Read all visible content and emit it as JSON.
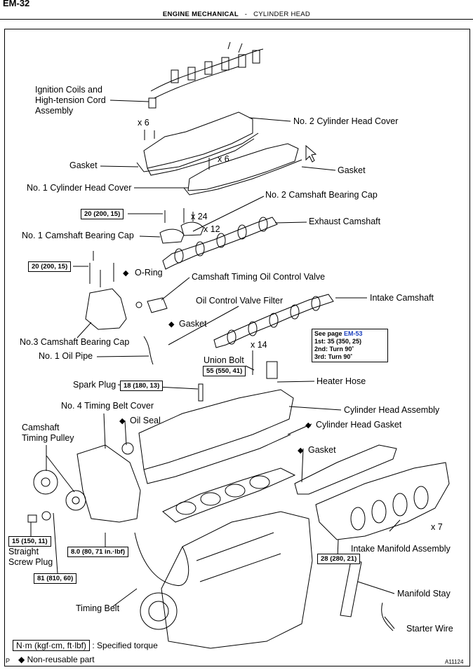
{
  "header": {
    "page_code": "EM-32",
    "section": "ENGINE MECHANICAL",
    "separator": "-",
    "subsection": "CYLINDER HEAD"
  },
  "labels": {
    "ignition_coils": "Ignition Coils and",
    "ignition_coils_2": "High-tension  Cord",
    "ignition_coils_3": "Assembly",
    "no2_head_cover": "No. 2 Cylinder Head Cover",
    "x6_a": "x 6",
    "x6_b": "x 6",
    "gasket_left": "Gasket",
    "gasket_right": "Gasket",
    "no1_head_cover": "No. 1 Cylinder Head Cover",
    "no2_cam_cap": "No. 2 Camshaft Bearing Cap",
    "x24": "x 24",
    "exhaust_cam": "Exhaust Camshaft",
    "x12": "x 12",
    "no1_cam_cap": "No. 1 Camshaft Bearing Cap",
    "o_ring": "O-Ring",
    "ocv": "Camshaft Timing Oil Control Valve",
    "ocv_filter": "Oil Control Valve Filter",
    "intake_cam": "Intake Camshaft",
    "gasket_mid": "Gasket",
    "no3_cam_cap": "No.3 Camshaft Bearing Cap",
    "x14": "x 14",
    "no1_oil_pipe": "No. 1 Oil Pipe",
    "union_bolt": "Union Bolt",
    "spark_plug": "Spark Plug",
    "heater_hose": "Heater Hose",
    "no4_belt_cover": "No. 4 Timing Belt Cover",
    "head_assy": "Cylinder Head Assembly",
    "oil_seal": "Oil Seal",
    "head_gasket": "Cylinder Head Gasket",
    "cam_pulley_1": "Camshaft",
    "cam_pulley_2": "Timing Pulley",
    "gasket_manifold": "Gasket",
    "x7": "x 7",
    "intake_manifold": "Intake Manifold Assembly",
    "straight_plug_1": "Straight",
    "straight_plug_2": "Screw Plug",
    "manifold_stay": "Manifold Stay",
    "timing_belt": "Timing Belt",
    "starter_wire": "Starter Wire"
  },
  "torque_boxes": {
    "t1": "20 (200, 15)",
    "t2": "20 (200, 15)",
    "t3": "55 (550, 41)",
    "t4": "18 (180, 13)",
    "t5": "15 (150, 11)",
    "t6": "8.0 (80, 71 in.·lbf)",
    "t7": "81 (810, 60)",
    "t8": "28 (280, 21)"
  },
  "see_page": {
    "prefix": "See page",
    "ref": "EM-53",
    "step1": "1st: 35 (350, 25)",
    "step2": "2nd: Turn 90˚",
    "step3": "3rd: Turn 90˚"
  },
  "legend": {
    "unit_box": "N·m (kgf·cm, ft·lbf)",
    "unit_text": ": Specified torque",
    "nonreuse": "Non-reusable part",
    "diamond": "◆",
    "p_mark": "P",
    "figure_id": "A11124"
  }
}
